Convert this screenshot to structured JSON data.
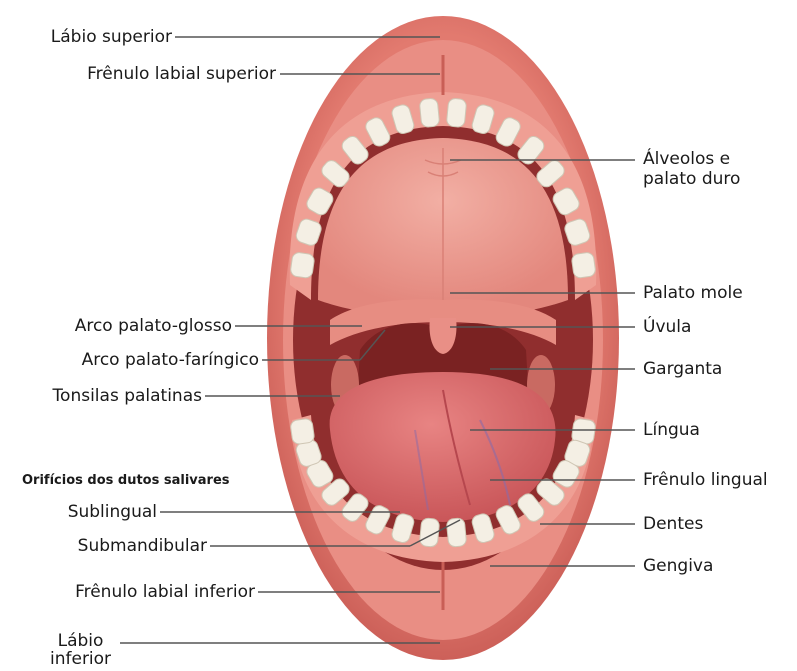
{
  "labels": {
    "labio_superior": "Lábio superior",
    "frenulo_labial_superior": "Frênulo labial superior",
    "alveolos": "Álveolos e\npalato duro",
    "palato_mole": "Palato mole",
    "arco_palato_glosso": "Arco palato-glosso",
    "uvula": "Úvula",
    "arco_palato_faringico": "Arco palato-faríngico",
    "garganta": "Garganta",
    "tonsilas_palatinas": "Tonsilas palatinas",
    "lingua": "Língua",
    "orificios": "Orifícios dos dutos salivares",
    "frenulo_lingual": "Frênulo lingual",
    "sublingual": "Sublingual",
    "dentes": "Dentes",
    "submandibular": "Submandibular",
    "gengiva": "Gengiva",
    "frenulo_labial_inferior": "Frênulo labial inferior",
    "labio_inferior": "Lábio\ninferior"
  },
  "colors": {
    "lip": "#e0766c",
    "lip_dark": "#c85a52",
    "mouth_interior": "#8f2c2c",
    "palate": "#eb9c91",
    "tongue": "#d8686b",
    "teeth": "#f4efe4",
    "gum": "#ee9d92",
    "leader_line": "#555555"
  }
}
